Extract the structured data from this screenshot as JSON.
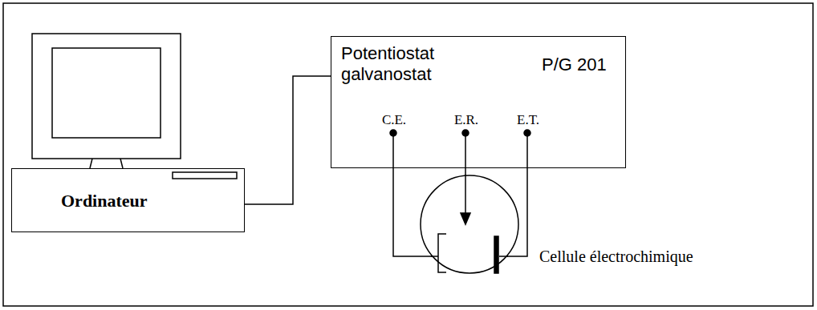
{
  "diagram": {
    "nodes": [
      {
        "text": [
          "Ordinateur"
        ]
      },
      {
        "text": [
          "Potentiostat galvanostat",
          "P/G 201",
          "C.E.",
          "E.R.",
          "E.T."
        ]
      },
      {
        "text": [
          "Cellule électrochimique"
        ]
      }
    ],
    "edges": [
      {
        "from": 0,
        "to": 1,
        "arrow": "none"
      },
      {
        "from": 1,
        "to": 2,
        "arrow": "none"
      },
      {
        "from": 1,
        "to": 2,
        "arrow": "none"
      },
      {
        "from": 1,
        "to": 2,
        "arrow": "none"
      }
    ]
  }
}
